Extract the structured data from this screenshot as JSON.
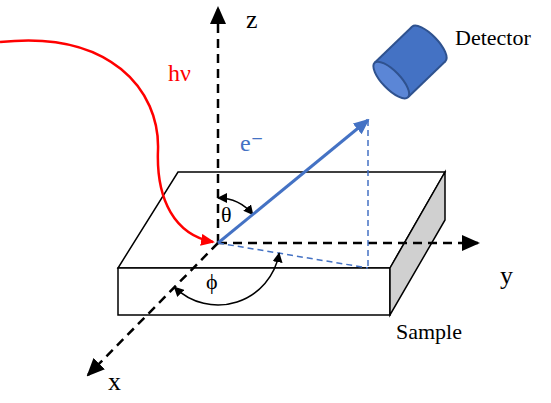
{
  "diagram": {
    "labels": [
      "z",
      "Detector",
      "hν",
      "e⁻",
      "θ",
      "y",
      "ϕ",
      "Sample",
      "x"
    ]
  }
}
